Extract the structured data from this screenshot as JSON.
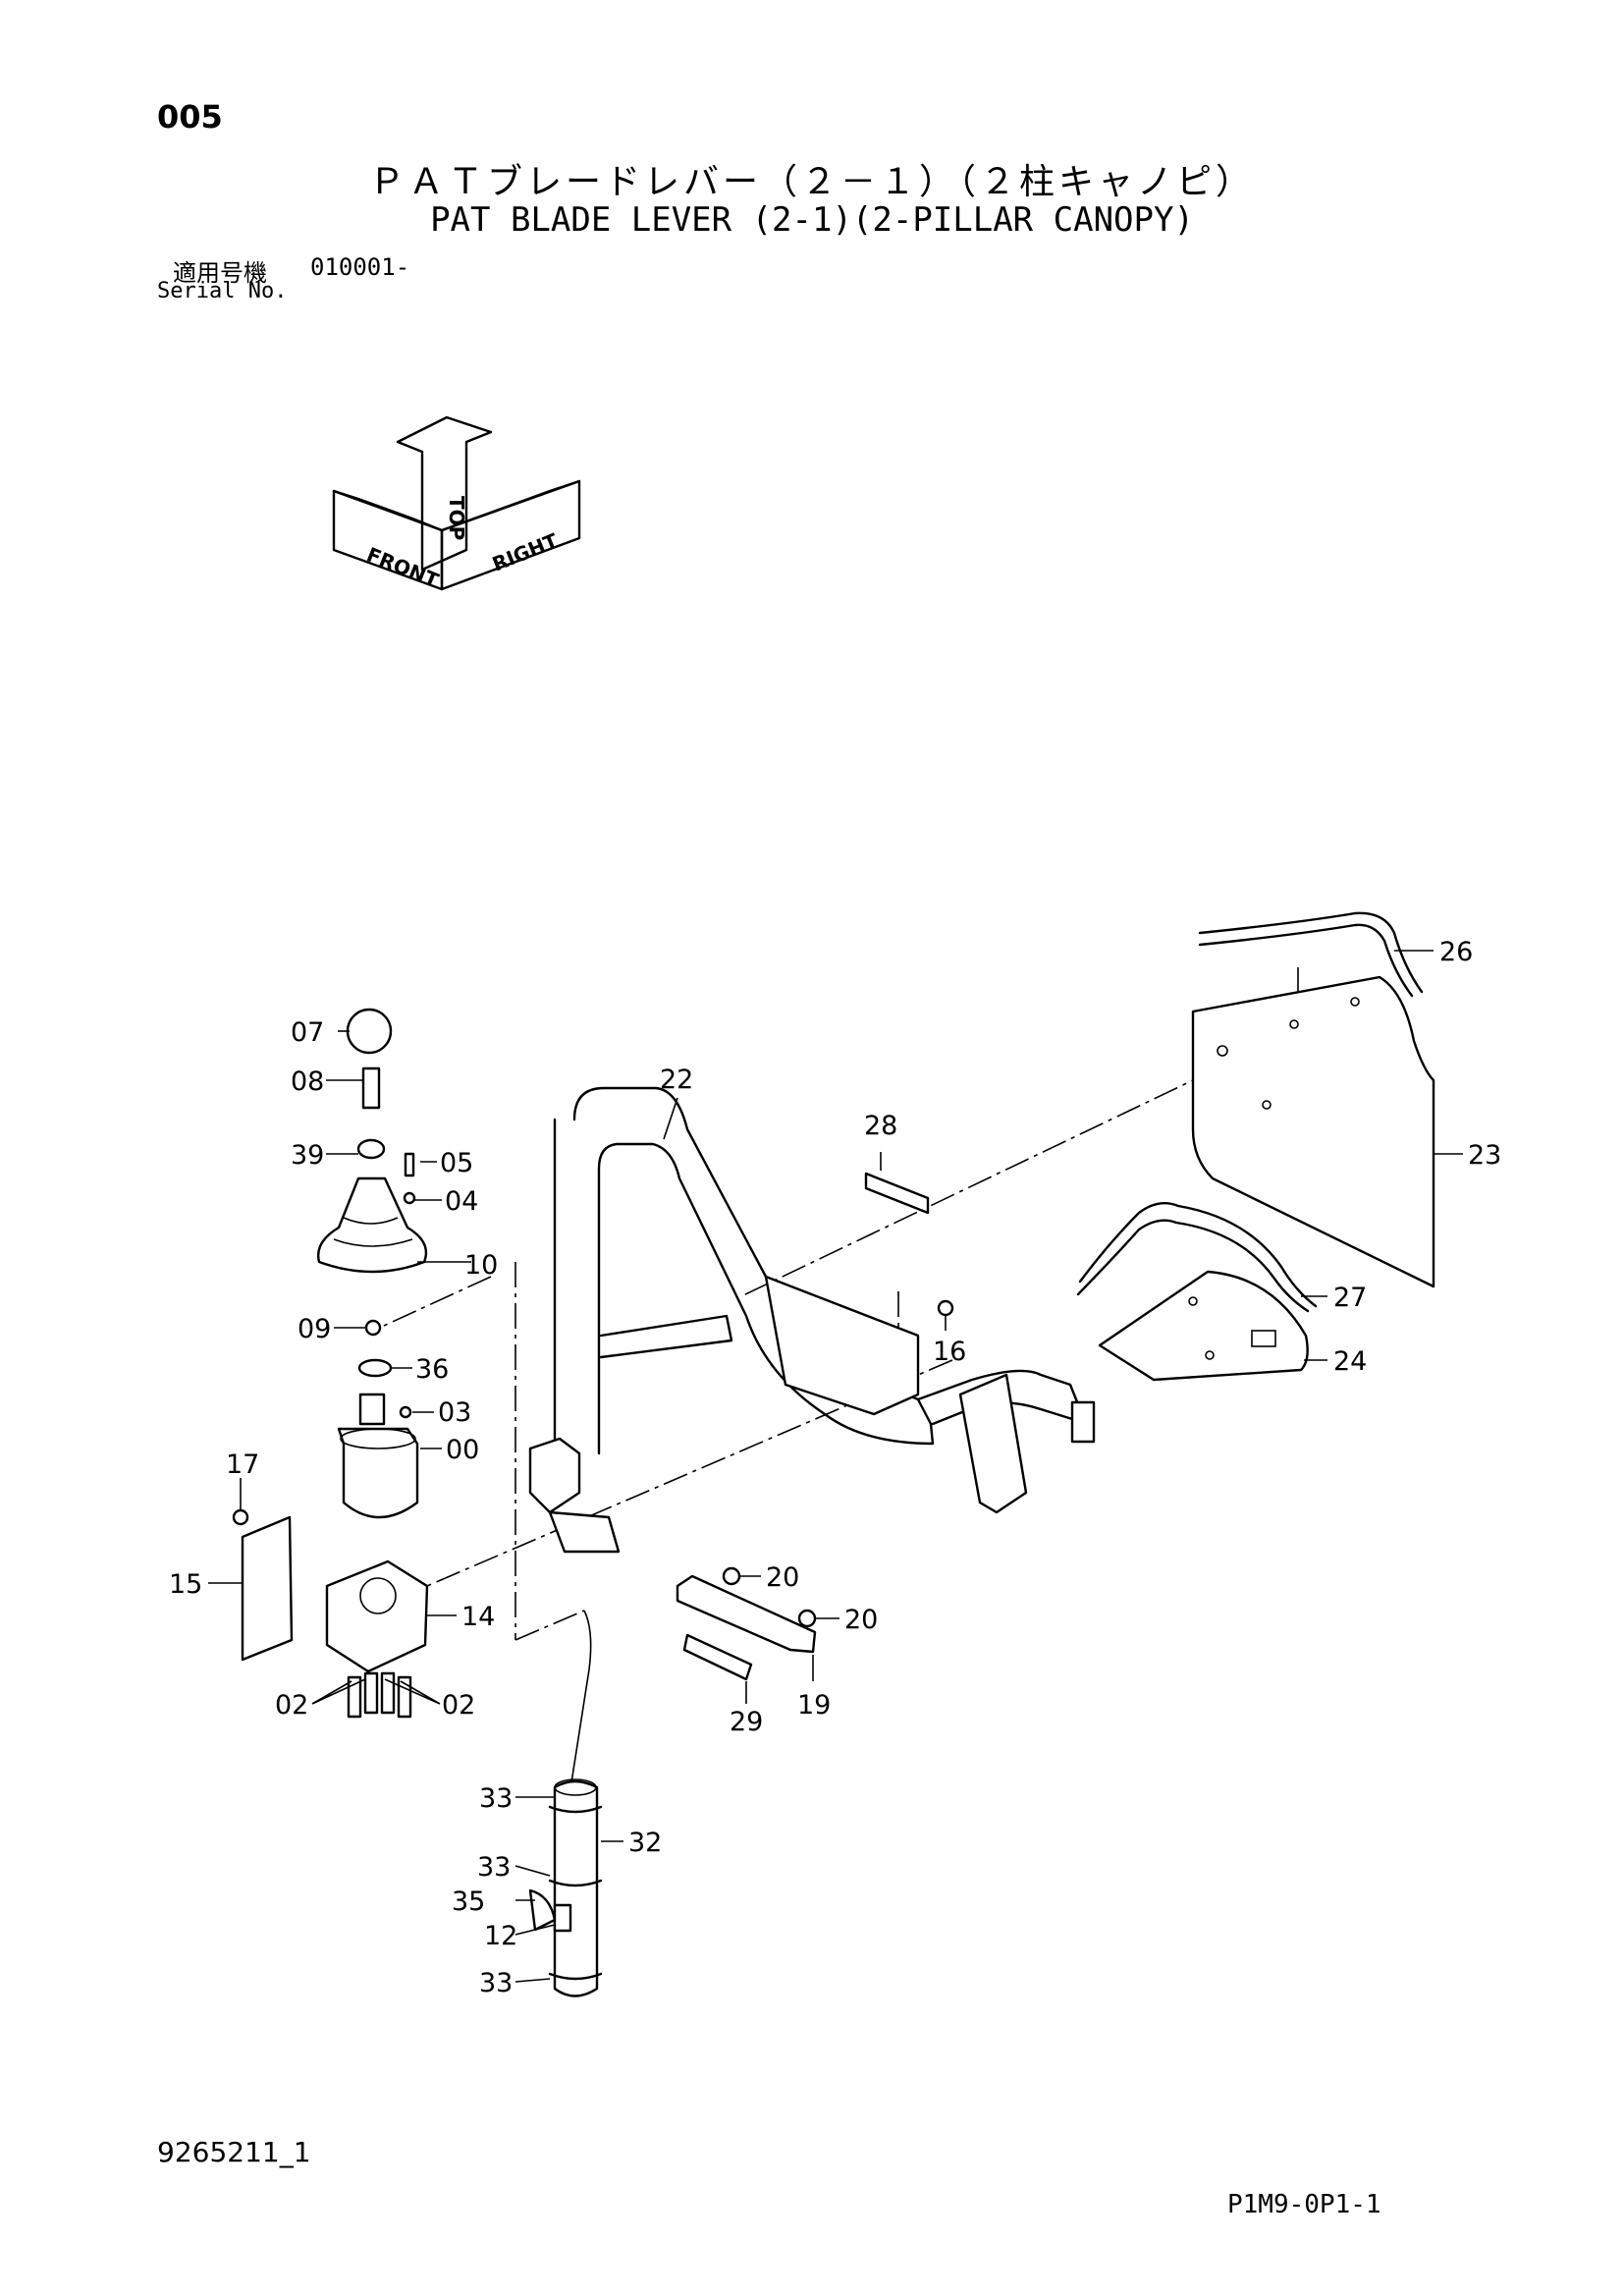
{
  "header": {
    "page_number": "005",
    "title_jp": "ＰＡＴブレードレバー（２－１）（２柱キャノピ）",
    "title_en": "PAT BLADE LEVER (2-1)(2-PILLAR CANOPY)",
    "serial_label_jp": "適用号機",
    "serial_value": "010001-",
    "serial_label_en": "Serial No."
  },
  "orientation": {
    "front": "FRONT",
    "top": "TOP",
    "right": "RIGHT"
  },
  "callouts": [
    {
      "id": "07",
      "label": "07"
    },
    {
      "id": "08",
      "label": "08"
    },
    {
      "id": "39",
      "label": "39"
    },
    {
      "id": "05",
      "label": "05"
    },
    {
      "id": "04",
      "label": "04"
    },
    {
      "id": "10",
      "label": "10"
    },
    {
      "id": "09",
      "label": "09"
    },
    {
      "id": "36",
      "label": "36"
    },
    {
      "id": "03",
      "label": "03"
    },
    {
      "id": "00",
      "label": "00"
    },
    {
      "id": "17",
      "label": "17"
    },
    {
      "id": "15",
      "label": "15"
    },
    {
      "id": "14",
      "label": "14"
    },
    {
      "id": "02a",
      "label": "02"
    },
    {
      "id": "02b",
      "label": "02"
    },
    {
      "id": "22",
      "label": "22"
    },
    {
      "id": "28",
      "label": "28"
    },
    {
      "id": "16",
      "label": "16"
    },
    {
      "id": "26",
      "label": "26"
    },
    {
      "id": "23",
      "label": "23"
    },
    {
      "id": "27",
      "label": "27"
    },
    {
      "id": "24",
      "label": "24"
    },
    {
      "id": "20a",
      "label": "20"
    },
    {
      "id": "20b",
      "label": "20"
    },
    {
      "id": "29",
      "label": "29"
    },
    {
      "id": "19",
      "label": "19"
    },
    {
      "id": "32",
      "label": "32"
    },
    {
      "id": "33a",
      "label": "33"
    },
    {
      "id": "33b",
      "label": "33"
    },
    {
      "id": "35",
      "label": "35"
    },
    {
      "id": "12",
      "label": "12"
    },
    {
      "id": "33c",
      "label": "33"
    }
  ],
  "footer": {
    "drawing_number": "9265211_1",
    "sheet_code": "P1M9-0P1-1"
  }
}
